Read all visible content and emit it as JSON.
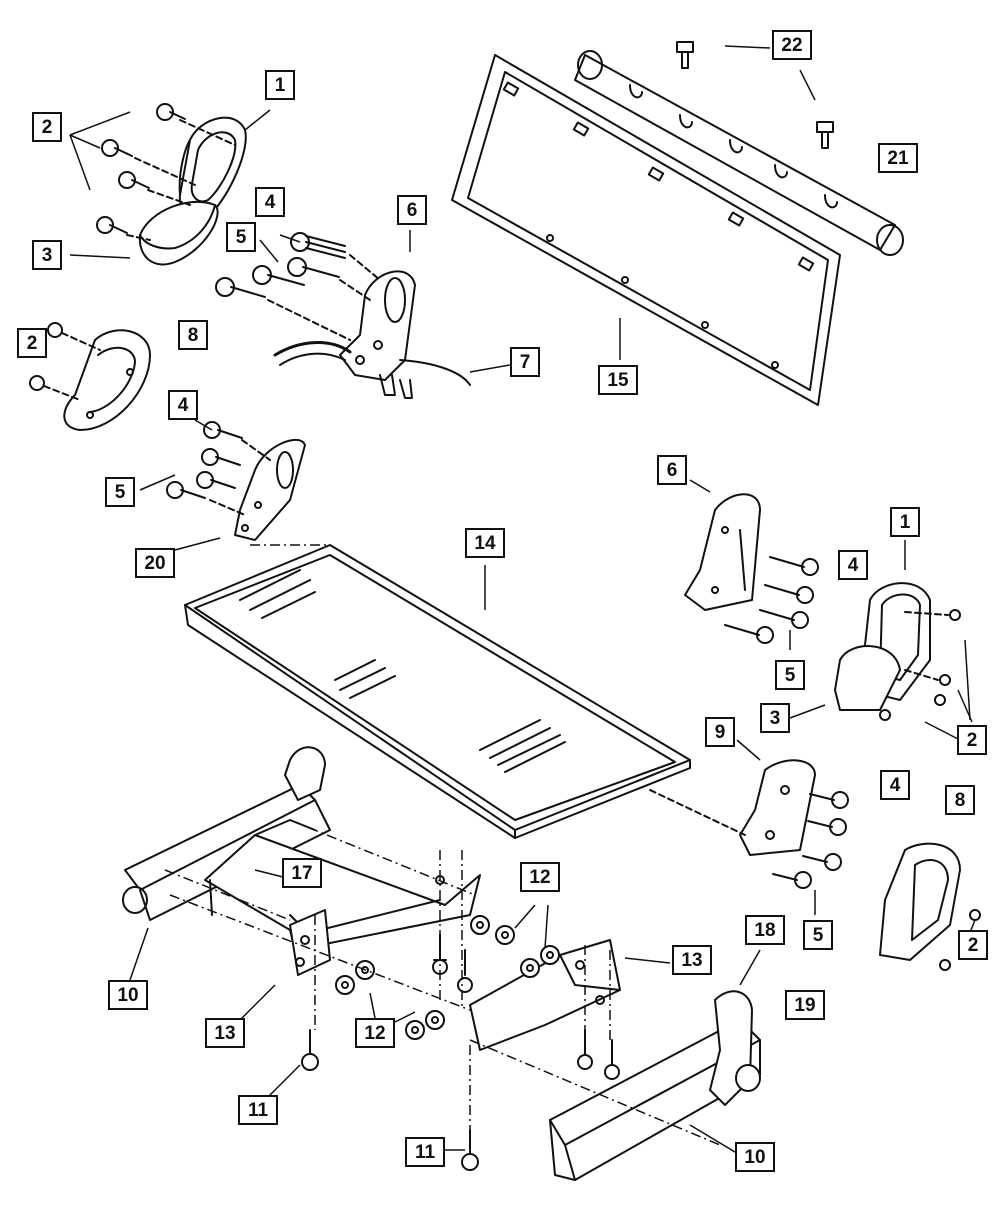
{
  "diagram": {
    "type": "exploded-parts-view",
    "ink_color": "#111111",
    "background": "#ffffff",
    "callouts": [
      {
        "id": "c1a",
        "label": "1"
      },
      {
        "id": "c2a",
        "label": "2"
      },
      {
        "id": "c3a",
        "label": "3"
      },
      {
        "id": "c4a",
        "label": "4"
      },
      {
        "id": "c5a",
        "label": "5"
      },
      {
        "id": "c6a",
        "label": "6"
      },
      {
        "id": "c2b",
        "label": "2"
      },
      {
        "id": "c8a",
        "label": "8"
      },
      {
        "id": "c7a",
        "label": "7"
      },
      {
        "id": "c15",
        "label": "15"
      },
      {
        "id": "c22",
        "label": "22"
      },
      {
        "id": "c21",
        "label": "21"
      },
      {
        "id": "c4b",
        "label": "4"
      },
      {
        "id": "c5b",
        "label": "5"
      },
      {
        "id": "c20",
        "label": "20"
      },
      {
        "id": "c14",
        "label": "14"
      },
      {
        "id": "c6b",
        "label": "6"
      },
      {
        "id": "c1b",
        "label": "1"
      },
      {
        "id": "c4c",
        "label": "4"
      },
      {
        "id": "c5c",
        "label": "5"
      },
      {
        "id": "c3b",
        "label": "3"
      },
      {
        "id": "c2c",
        "label": "2"
      },
      {
        "id": "c9",
        "label": "9"
      },
      {
        "id": "c4d",
        "label": "4"
      },
      {
        "id": "c8b",
        "label": "8"
      },
      {
        "id": "c17",
        "label": "17"
      },
      {
        "id": "c12a",
        "label": "12"
      },
      {
        "id": "c10a",
        "label": "10"
      },
      {
        "id": "c13a",
        "label": "13"
      },
      {
        "id": "c12b",
        "label": "12"
      },
      {
        "id": "c13b",
        "label": "13"
      },
      {
        "id": "c18",
        "label": "18"
      },
      {
        "id": "c5d",
        "label": "5"
      },
      {
        "id": "c2d",
        "label": "2"
      },
      {
        "id": "c19",
        "label": "19"
      },
      {
        "id": "c11a",
        "label": "11"
      },
      {
        "id": "c11b",
        "label": "11"
      },
      {
        "id": "c10b",
        "label": "10"
      }
    ]
  }
}
